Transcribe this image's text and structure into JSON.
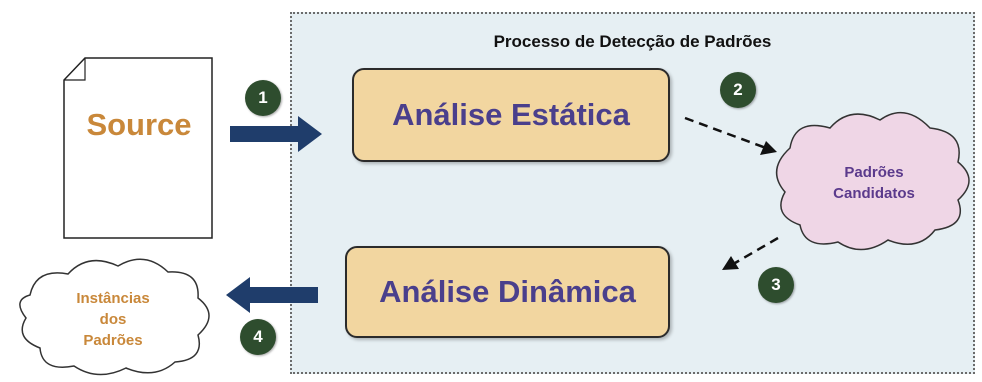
{
  "diagram": {
    "title": "Processo de Detecção de Padrões",
    "source_label": "Source",
    "static_analysis_label": "Análise Estática",
    "dynamic_analysis_label": "Análise Dinâmica",
    "candidates_label_line1": "Padrões",
    "candidates_label_line2": "Candidatos",
    "instances_label_line1": "Instâncias",
    "instances_label_line2": "dos",
    "instances_label_line3": "Padrões",
    "steps": [
      "1",
      "2",
      "3",
      "4"
    ]
  },
  "colors": {
    "panel_background": "#e6eff3",
    "process_box_fill": "#f2d6a0",
    "process_text": "#4a3f8c",
    "source_text": "#c9883a",
    "candidates_cloud_fill": "#efd6e6",
    "candidates_text": "#5b3a8c",
    "instances_text": "#c9883a",
    "badge_fill": "#2e4d2e",
    "arrow_fill": "#1f3d6b"
  }
}
